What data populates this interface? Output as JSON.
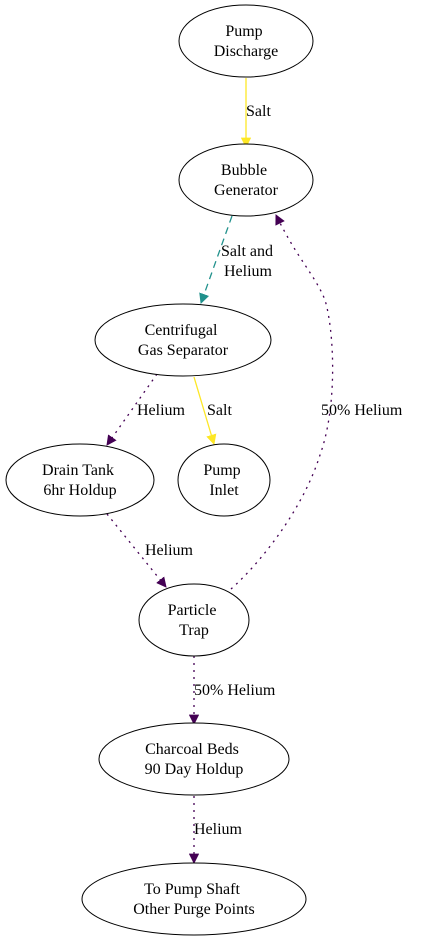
{
  "colors": {
    "salt": "#fde725",
    "salt_helium": "#21918c",
    "helium": "#440154"
  },
  "nodes": {
    "pump_discharge": [
      "Pump",
      "Discharge"
    ],
    "bubble_generator": [
      "Bubble",
      "Generator"
    ],
    "gas_separator": [
      "Centrifugal",
      "Gas Separator"
    ],
    "drain_tank": [
      "Drain Tank",
      "6hr Holdup"
    ],
    "pump_inlet": [
      "Pump",
      "Inlet"
    ],
    "particle_trap": [
      "Particle",
      "Trap"
    ],
    "charcoal_beds": [
      "Charcoal Beds",
      "90 Day Holdup"
    ],
    "pump_shaft": [
      "To Pump Shaft",
      "Other Purge Points"
    ]
  },
  "edges": {
    "discharge_to_bubble": [
      "Salt"
    ],
    "bubble_to_separator": [
      "Salt and",
      "Helium"
    ],
    "separator_to_drain": [
      "Helium"
    ],
    "separator_to_inlet": [
      "Salt"
    ],
    "drain_to_trap": [
      "Helium"
    ],
    "trap_to_bubble": [
      "50% Helium"
    ],
    "trap_to_charcoal": [
      "50% Helium"
    ],
    "charcoal_to_shaft": [
      "Helium"
    ]
  }
}
